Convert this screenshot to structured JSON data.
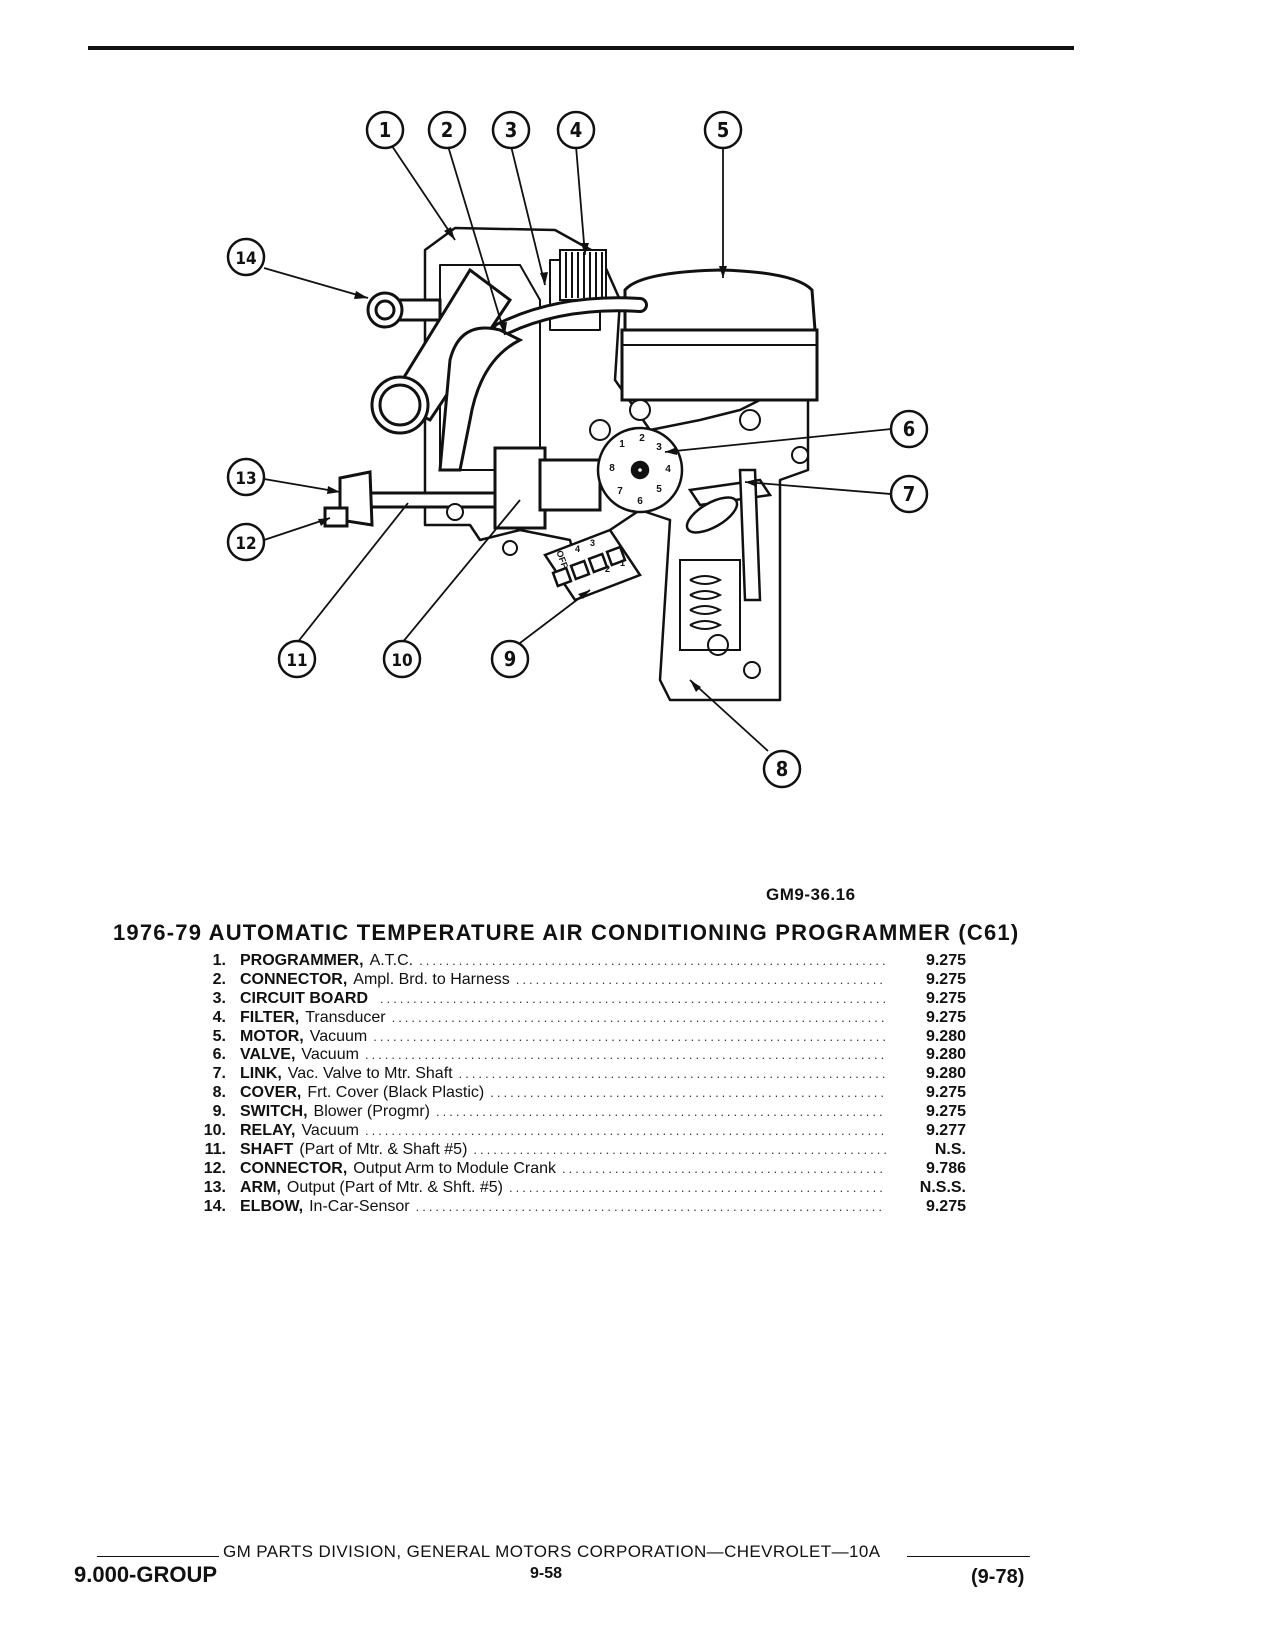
{
  "figure_id": "GM9-36.16",
  "title": "1976-79 AUTOMATIC TEMPERATURE AIR CONDITIONING PROGRAMMER (C61)",
  "callouts": [
    "1",
    "2",
    "3",
    "4",
    "5",
    "6",
    "7",
    "8",
    "9",
    "10",
    "11",
    "12",
    "13",
    "14"
  ],
  "dial_numbers": [
    "1",
    "2",
    "3",
    "4",
    "5",
    "6",
    "7",
    "8"
  ],
  "switch_labels": [
    "OFF",
    "4",
    "3",
    "2",
    "1"
  ],
  "parts": [
    {
      "num": "1.",
      "name": "PROGRAMMER,",
      "desc": "A.T.C.",
      "ref": "9.275"
    },
    {
      "num": "2.",
      "name": "CONNECTOR,",
      "desc": "Ampl. Brd. to Harness",
      "ref": "9.275"
    },
    {
      "num": "3.",
      "name": "CIRCUIT BOARD",
      "desc": "",
      "ref": "9.275"
    },
    {
      "num": "4.",
      "name": "FILTER,",
      "desc": "Transducer",
      "ref": "9.275"
    },
    {
      "num": "5.",
      "name": "MOTOR,",
      "desc": "Vacuum",
      "ref": "9.280"
    },
    {
      "num": "6.",
      "name": "VALVE,",
      "desc": "Vacuum",
      "ref": "9.280"
    },
    {
      "num": "7.",
      "name": "LINK,",
      "desc": "Vac. Valve to Mtr. Shaft",
      "ref": "9.280"
    },
    {
      "num": "8.",
      "name": "COVER,",
      "desc": "Frt. Cover (Black Plastic)",
      "ref": "9.275"
    },
    {
      "num": "9.",
      "name": "SWITCH,",
      "desc": "Blower (Progmr)",
      "ref": "9.275"
    },
    {
      "num": "10.",
      "name": "RELAY,",
      "desc": "Vacuum",
      "ref": "9.277"
    },
    {
      "num": "11.",
      "name": "SHAFT",
      "desc": "(Part of Mtr. & Shaft #5)",
      "ref": "N.S."
    },
    {
      "num": "12.",
      "name": "CONNECTOR,",
      "desc": "Output Arm to Module Crank",
      "ref": "9.786"
    },
    {
      "num": "13.",
      "name": "ARM,",
      "desc": "Output (Part of Mtr. & Shft. #5)",
      "ref": "N.S.S."
    },
    {
      "num": "14.",
      "name": "ELBOW,",
      "desc": "In-Car-Sensor",
      "ref": "9.275"
    }
  ],
  "footer": {
    "center": "GM PARTS DIVISION, GENERAL MOTORS CORPORATION—CHEVROLET—10A",
    "group": "9.000-GROUP",
    "page": "9-58",
    "date": "(9-78)"
  }
}
